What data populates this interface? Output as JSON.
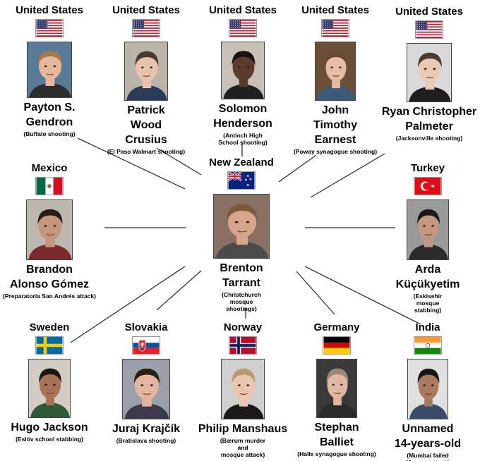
{
  "center": {
    "country": "New Zealand",
    "flag_icon": "new-zealand-flag",
    "name_lines": [
      "Brenton",
      "Tarrant"
    ],
    "note_lines": [
      "(Christchurch",
      "mosque",
      "shootings)"
    ]
  },
  "people": [
    {
      "country": "United States",
      "flag_icon": "usa-flag",
      "name_lines": [
        "Payton S.",
        "Gendron"
      ],
      "note_lines": [
        "(Buffalo shooting)"
      ]
    },
    {
      "country": "United States",
      "flag_icon": "usa-flag",
      "name_lines": [
        "Patrick",
        "Wood",
        "Crusius"
      ],
      "note_lines": [
        "(El Paso Walmart shooting)"
      ]
    },
    {
      "country": "United States",
      "flag_icon": "usa-flag",
      "name_lines": [
        "Solomon",
        "Henderson"
      ],
      "note_lines": [
        "(Antioch High",
        "School shooting)"
      ]
    },
    {
      "country": "United States",
      "flag_icon": "usa-flag",
      "name_lines": [
        "John",
        "Timothy",
        "Earnest"
      ],
      "note_lines": [
        "(Poway synagogue shooting)"
      ]
    },
    {
      "country": "United States",
      "flag_icon": "usa-flag",
      "name_lines": [
        "Ryan Christopher",
        "Palmeter"
      ],
      "note_lines": [
        "(Jacksonville shooting)"
      ]
    },
    {
      "country": "Mexico",
      "flag_icon": "mexico-flag",
      "name_lines": [
        "Brandon",
        "Alonso Gómez"
      ],
      "note_lines": [
        "(Preparatoria San Andrés attack)"
      ]
    },
    {
      "country": "Turkey",
      "flag_icon": "turkey-flag",
      "name_lines": [
        "Arda",
        "Küçükyetim"
      ],
      "note_lines": [
        "(Eskisehir",
        "mosque",
        "stabbing)"
      ]
    },
    {
      "country": "Sweden",
      "flag_icon": "sweden-flag",
      "name_lines": [
        "Hugo Jackson"
      ],
      "note_lines": [
        "(Eslöv school stabbing)"
      ]
    },
    {
      "country": "Slovakia",
      "flag_icon": "slovakia-flag",
      "name_lines": [
        "Juraj Krajčík"
      ],
      "note_lines": [
        "(Bratislava shooting)"
      ]
    },
    {
      "country": "Norway",
      "flag_icon": "norway-flag",
      "name_lines": [
        "Philip Manshaus"
      ],
      "note_lines": [
        "(Bærum murder",
        "and",
        "mosque attack)"
      ]
    },
    {
      "country": "Germany",
      "flag_icon": "germany-flag",
      "name_lines": [
        "Stephan",
        "Balliet"
      ],
      "note_lines": [
        "(Halle synagogue shooting)"
      ]
    },
    {
      "country": "India",
      "flag_icon": "india-flag",
      "name_lines": [
        "Unnamed",
        "14-years-old"
      ],
      "note_lines": [
        "(Mumbai failed",
        "Mosque attack)"
      ]
    }
  ]
}
